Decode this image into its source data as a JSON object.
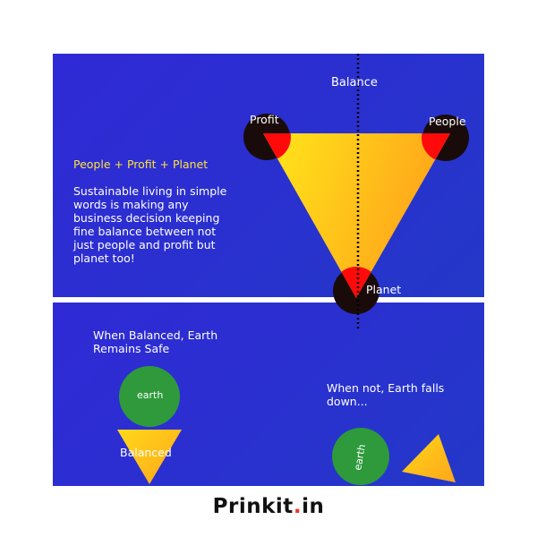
{
  "diagram": {
    "balance_label": "Balance",
    "vertices": {
      "profit": "Profit",
      "people": "People",
      "planet": "Planet"
    },
    "heading": "People + Profit + Planet",
    "description": "Sustainable living in simple words is making any business decision keeping fine balance between not just people and profit but planet too!",
    "balanced_caption": "When Balanced, Earth Remains Safe",
    "earth_label": "earth",
    "balanced_label": "Balanced",
    "not_balanced_caption": "When not, Earth falls down...",
    "earth_label_fallen": "earth"
  },
  "brand": {
    "name_main": "Prinkit",
    "name_dot": ".",
    "name_tld": "in"
  },
  "colors": {
    "panel": "#2b2fd0",
    "triangle_start": "#ffe21a",
    "triangle_end": "#ffa31a",
    "vertex_red": "#ff0a0a",
    "vertex_dark": "#1a0b0b",
    "earth": "#2e9a3c",
    "heading": "#ffe23a"
  },
  "icons": [
    "earth-globe",
    "balance-triangle",
    "falling-triangle"
  ]
}
